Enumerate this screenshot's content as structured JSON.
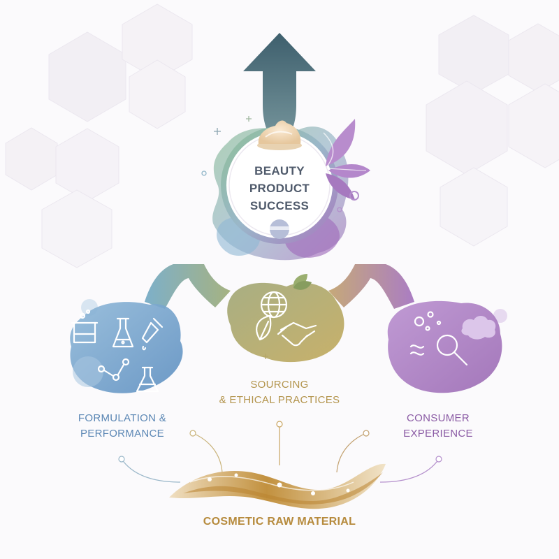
{
  "center": {
    "title_lines": [
      "BEAUTY",
      "PRODUCT",
      "SUCCESS"
    ]
  },
  "pillars": [
    {
      "id": "formulation",
      "lines": [
        "FORMULATION &",
        "PERFORMANCE"
      ],
      "color": "#5a86b4"
    },
    {
      "id": "sourcing",
      "lines": [
        "SOURCING",
        "& ETHICAL PRACTICES"
      ],
      "color": "#b3944c"
    },
    {
      "id": "consumer",
      "lines": [
        "CONSUMER",
        "EXPERIENCE"
      ],
      "color": "#8a5aa4"
    }
  ],
  "foundation": {
    "label": "COSMETIC RAW MATERIAL",
    "color": "#b68a3c"
  },
  "icons": {
    "formulation": [
      "beaker-icon",
      "flask-icon",
      "dropper-icon",
      "molecule-icon",
      "erlenmeyer-flask-icon"
    ],
    "sourcing": [
      "globe-icon",
      "leaf-icon",
      "handshake-icon"
    ],
    "consumer": [
      "bubbles-icon",
      "magnifier-icon",
      "waves-icon",
      "cloud-icon"
    ],
    "center": [
      "cream-dollop-icon",
      "leaves-icon",
      "jar-icon",
      "arrow-up-icon"
    ]
  },
  "colors": {
    "arrow": "#3f6a75",
    "blue": "#6fa1c9",
    "olive": "#a2a86a",
    "purple": "#a77bbf",
    "gold": "#c99a45"
  }
}
